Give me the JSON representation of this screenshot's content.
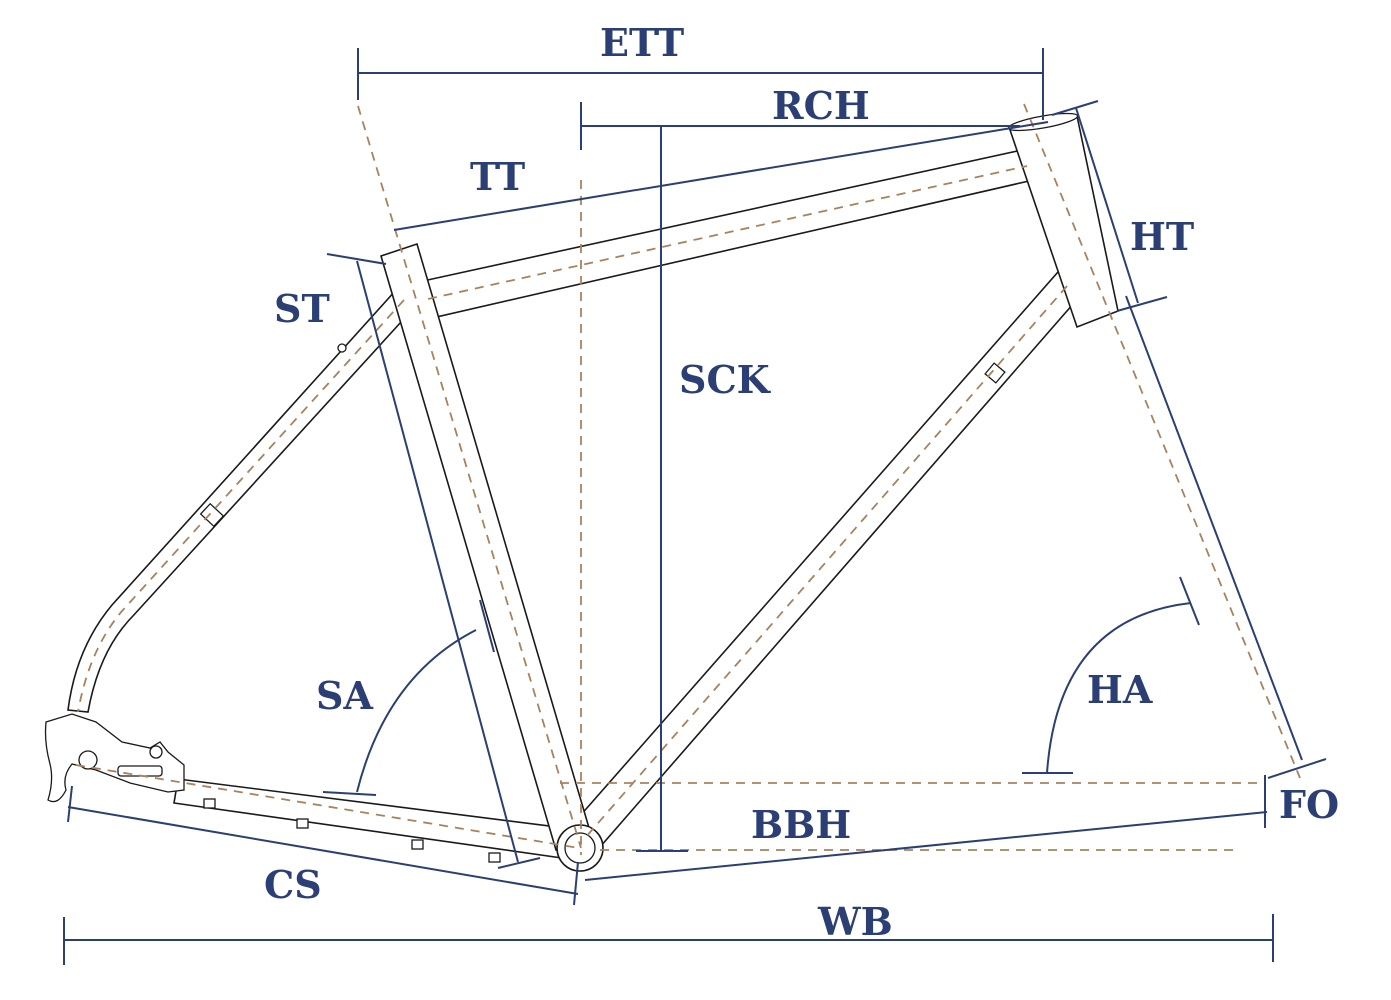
{
  "colors": {
    "dimension": "#2b3f74",
    "centerline": "#a8825f",
    "frame_outline": "#1a1a1a",
    "background": "#ffffff"
  },
  "labels": {
    "ett": "ETT",
    "rch": "RCH",
    "tt": "TT",
    "ht": "HT",
    "st": "ST",
    "sck": "SCK",
    "sa": "SA",
    "ha": "HA",
    "fo": "FO",
    "bbh": "BBH",
    "cs": "CS",
    "wb": "WB"
  }
}
